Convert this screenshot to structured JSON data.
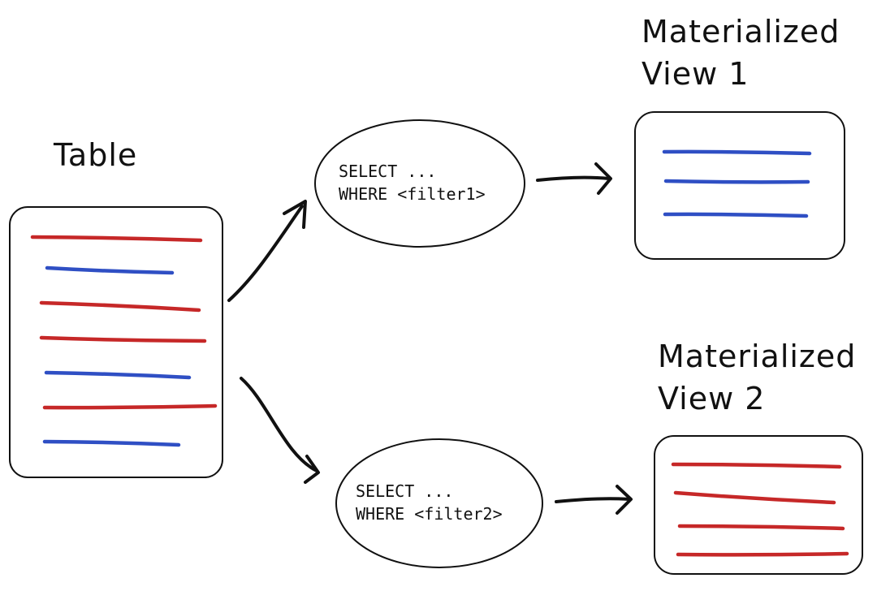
{
  "colors": {
    "red_row": "#c62828",
    "blue_row": "#2f4fc4",
    "ink": "#111111"
  },
  "table": {
    "label": "Table",
    "rows": [
      "red",
      "blue",
      "red",
      "red",
      "blue",
      "red",
      "blue"
    ]
  },
  "queries": [
    {
      "line1": "SELECT ...",
      "line2": "WHERE <filter1>"
    },
    {
      "line1": "SELECT ...",
      "line2": "WHERE <filter2>"
    }
  ],
  "views": [
    {
      "label_line1": "Materialized",
      "label_line2": "View 1",
      "rows": [
        "blue",
        "blue",
        "blue"
      ]
    },
    {
      "label_line1": "Materialized",
      "label_line2": "View 2",
      "rows": [
        "red",
        "red",
        "red",
        "red"
      ]
    }
  ]
}
